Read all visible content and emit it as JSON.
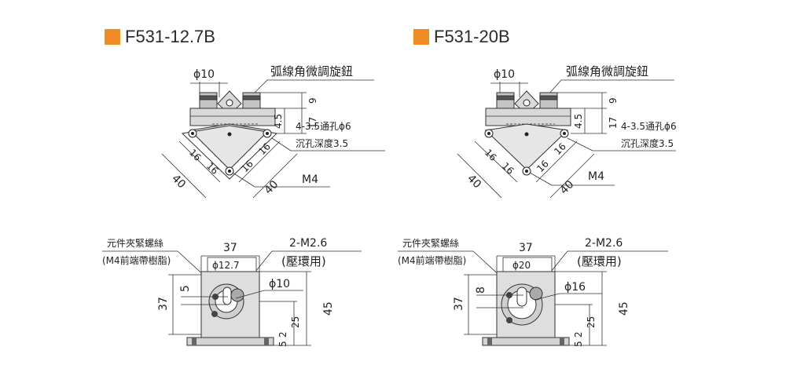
{
  "accent_color": "#f08a24",
  "models": [
    {
      "title": "F531-12.7B",
      "top_view": {
        "phi_label": "ϕ10",
        "knob_label": "弧線角微調旋鈕",
        "dim_9": "9",
        "dim_17": "17",
        "dim_45": "4.5",
        "hole_label_1": "4-3.5通孔ϕ6",
        "hole_label_2": "沉孔深度3.5",
        "dim_16a": "16",
        "dim_16b": "16",
        "dim_16c": "16",
        "dim_16d": "16",
        "dim_40a": "40",
        "dim_40b": "40",
        "m4_label": "M4"
      },
      "front_view": {
        "screw_label_1": "元件夾緊螺絲",
        "screw_label_2": "(M4前端帶樹脂)",
        "dim_37_top": "37",
        "m26_label": "2-M2.6",
        "m26_sub": "(壓環用)",
        "bore_label": "ϕ12.7",
        "phi_label": "ϕ10",
        "dim_37_side": "37",
        "dim_small": "5",
        "dim_45": "45",
        "dim_25": "25",
        "dim_2": "2",
        "dim_5b": "5"
      }
    },
    {
      "title": "F531-20B",
      "top_view": {
        "phi_label": "ϕ10",
        "knob_label": "弧線角微調旋鈕",
        "dim_9": "9",
        "dim_17": "17",
        "dim_45": "4.5",
        "hole_label_1": "4-3.5通孔ϕ6",
        "hole_label_2": "沉孔深度3.5",
        "dim_16a": "16",
        "dim_16b": "16",
        "dim_16c": "16",
        "dim_16d": "16",
        "dim_40a": "40",
        "dim_40b": "40",
        "m4_label": "M4"
      },
      "front_view": {
        "screw_label_1": "元件夾緊螺絲",
        "screw_label_2": "(M4前端帶樹脂)",
        "dim_37_top": "37",
        "m26_label": "2-M2.6",
        "m26_sub": "(壓環用)",
        "bore_label": "ϕ20",
        "phi_label": "ϕ16",
        "dim_37_side": "37",
        "dim_small": "8",
        "dim_45": "45",
        "dim_25": "25",
        "dim_2": "2",
        "dim_5b": "5"
      }
    }
  ]
}
